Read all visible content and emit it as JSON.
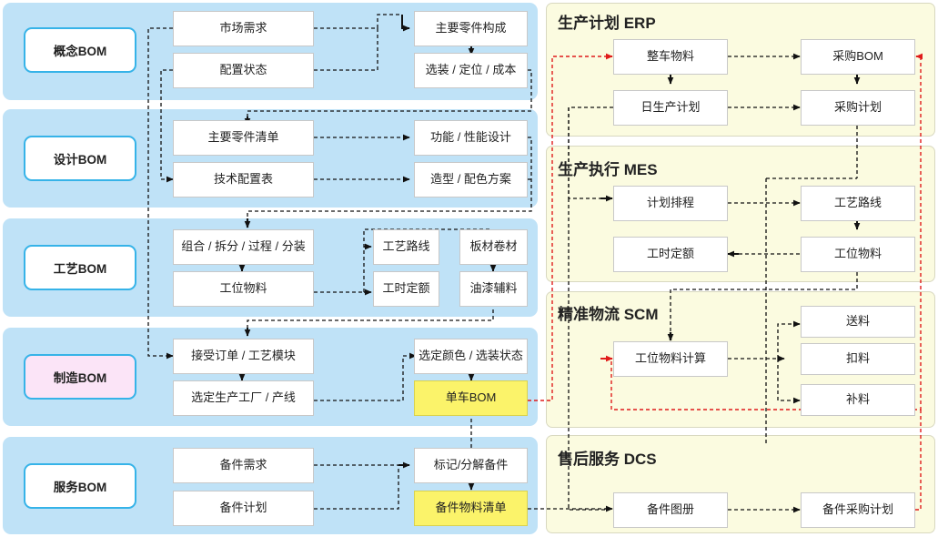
{
  "colors": {
    "left_panel_bg": "#bfe2f7",
    "right_panel_bg": "#fbfbe0",
    "accent_border": "#36b3e8",
    "highlight_yellow": "#fbf36a",
    "pink": "#fbe4f7",
    "red_flow": "#e01b1b",
    "black_flow": "#111111"
  },
  "left": {
    "sections": [
      {
        "label": "概念BOM",
        "boxes": [
          {
            "text": "市场需求"
          },
          {
            "text": "配置状态"
          },
          {
            "text": "主要零件构成"
          },
          {
            "text": "选装 / 定位 / 成本"
          }
        ]
      },
      {
        "label": "设计BOM",
        "boxes": [
          {
            "text": "主要零件清单"
          },
          {
            "text": "技术配置表"
          },
          {
            "text": "功能 / 性能设计"
          },
          {
            "text": "造型 / 配色方案"
          }
        ]
      },
      {
        "label": "工艺BOM",
        "boxes": [
          {
            "text": "组合 / 拆分 / 过程 / 分装"
          },
          {
            "text": "工位物料"
          },
          {
            "text": "工艺路线"
          },
          {
            "text": "工时定额"
          },
          {
            "text": "板材卷材"
          },
          {
            "text": "油漆辅料"
          }
        ]
      },
      {
        "label": "制造BOM",
        "boxes": [
          {
            "text": "接受订单 / 工艺模块"
          },
          {
            "text": "选定生产工厂 / 产线"
          },
          {
            "text": "选定颜色 / 选装状态"
          },
          {
            "text": "单车BOM"
          }
        ]
      },
      {
        "label": "服务BOM",
        "boxes": [
          {
            "text": "备件需求"
          },
          {
            "text": "备件计划"
          },
          {
            "text": "标记/分解备件"
          },
          {
            "text": "备件物料清单"
          }
        ]
      }
    ]
  },
  "right": {
    "sections": [
      {
        "title": "生产计划 ERP",
        "boxes": [
          {
            "text": "整车物料"
          },
          {
            "text": "采购BOM"
          },
          {
            "text": "日生产计划"
          },
          {
            "text": "采购计划"
          }
        ]
      },
      {
        "title": "生产执行 MES",
        "boxes": [
          {
            "text": "计划排程"
          },
          {
            "text": "工艺路线"
          },
          {
            "text": "工时定额"
          },
          {
            "text": "工位物料"
          }
        ]
      },
      {
        "title": "精准物流  SCM",
        "boxes": [
          {
            "text": "工位物料计算"
          },
          {
            "text": "送料"
          },
          {
            "text": "扣料"
          },
          {
            "text": "补料"
          }
        ]
      },
      {
        "title": "售后服务  DCS",
        "boxes": [
          {
            "text": "备件图册"
          },
          {
            "text": "备件采购计划"
          }
        ]
      }
    ]
  }
}
